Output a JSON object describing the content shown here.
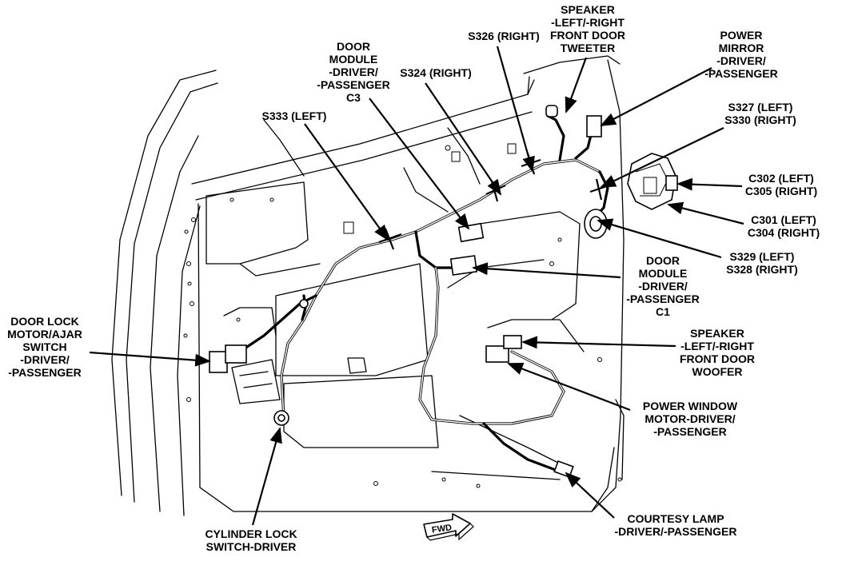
{
  "labels": {
    "speaker_tweeter": "SPEAKER\n-LEFT/-RIGHT\nFRONT DOOR\nTWEETER",
    "s326": "S326 (RIGHT)",
    "door_module_c3": "DOOR\nMODULE\n-DRIVER/\n-PASSENGER\nC3",
    "s324": "S324 (RIGHT)",
    "power_mirror": "POWER\nMIRROR\n-DRIVER/\n-PASSENGER",
    "s333": "S333 (LEFT)",
    "s327_s330": "S327 (LEFT)\nS330 (RIGHT)",
    "c302_c305": "C302 (LEFT)\nC305 (RIGHT)",
    "c301_c304": "C301 (LEFT)\nC304 (RIGHT)",
    "s329_s328": "S329 (LEFT)\nS328 (RIGHT)",
    "door_module_c1": "DOOR\nMODULE\n-DRIVER/\n-PASSENGER\nC1",
    "door_lock_motor": "DOOR LOCK\nMOTOR/AJAR\nSWITCH\n-DRIVER/\n-PASSENGER",
    "speaker_woofer": "SPEAKER\n-LEFT/-RIGHT\nFRONT DOOR\nWOOFER",
    "power_window": "POWER WINDOW\nMOTOR-DRIVER/\n-PASSENGER",
    "courtesy_lamp": "COURTESY LAMP\n-DRIVER/-PASSENGER",
    "cylinder_lock": "CYLINDER LOCK\nSWITCH-DRIVER",
    "fwd": "FWD"
  }
}
